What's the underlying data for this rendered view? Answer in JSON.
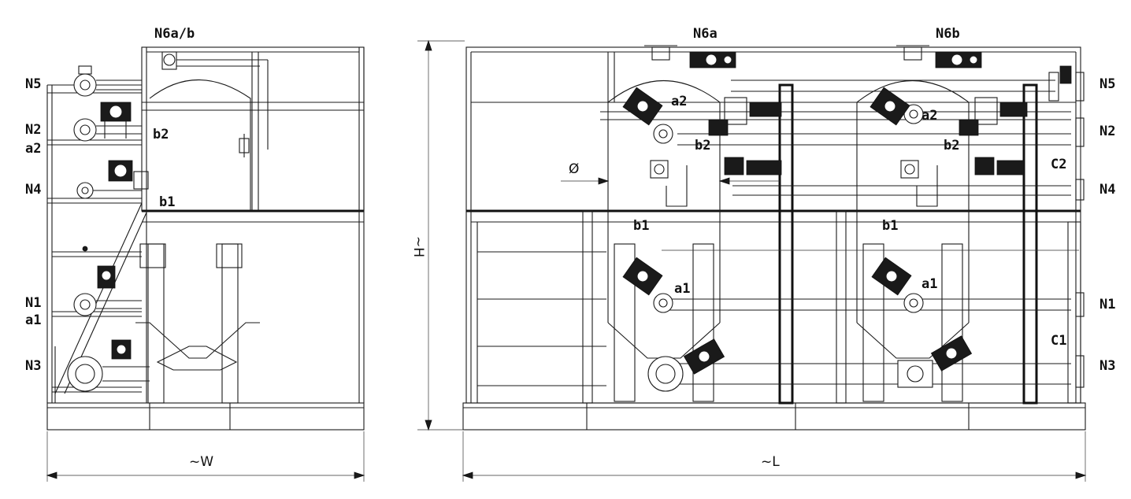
{
  "side_view": {
    "nozzles": {
      "n5": "N5",
      "n2": "N2",
      "a2": "a2",
      "n4": "N4",
      "n1": "N1",
      "a1": "a1",
      "n3": "N3",
      "n6ab": "N6a/b",
      "b2": "b2",
      "b1": "b1"
    },
    "width_label": "~W"
  },
  "front_view": {
    "nozzles": {
      "n6a": "N6a",
      "n6b": "N6b",
      "n5": "N5",
      "n2": "N2",
      "n4": "N4",
      "n1": "N1",
      "n3": "N3",
      "c2": "C2",
      "c1": "C1",
      "a2_left": "a2",
      "a2_right": "a2",
      "b2_left": "b2",
      "b2_right": "b2",
      "b1_left": "b1",
      "b1_right": "b1",
      "a1_left": "a1",
      "a1_right": "a1"
    },
    "diameter_label": "Ø",
    "height_label": "~H",
    "length_label": "~L"
  },
  "colors": {
    "ink": "#1a1a1a",
    "background": "#ffffff"
  }
}
